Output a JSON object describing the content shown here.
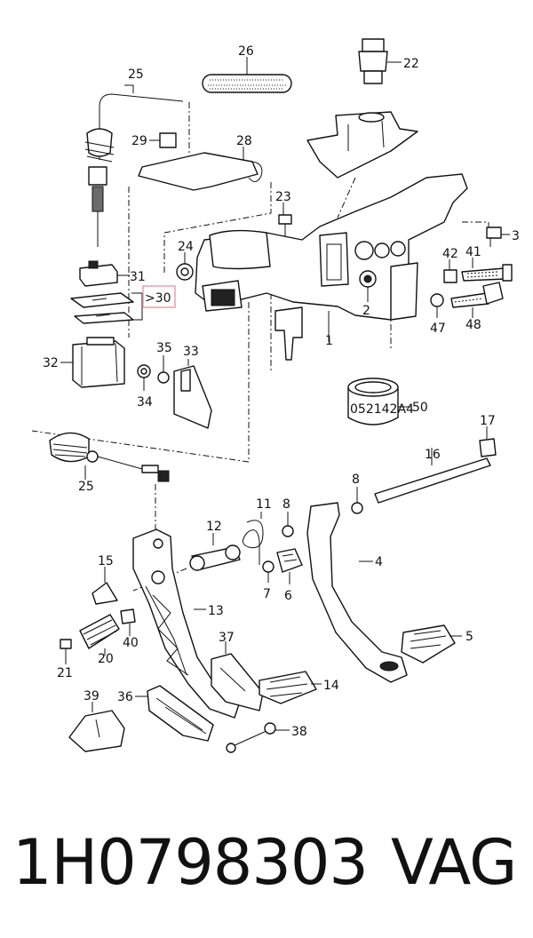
{
  "diagram": {
    "callouts": [
      {
        "id": "c1",
        "text": "1"
      },
      {
        "id": "c2",
        "text": "2"
      },
      {
        "id": "c3",
        "text": "3"
      },
      {
        "id": "c4",
        "text": "4"
      },
      {
        "id": "c5",
        "text": "5"
      },
      {
        "id": "c6",
        "text": "6"
      },
      {
        "id": "c7",
        "text": "7"
      },
      {
        "id": "c8a",
        "text": "8"
      },
      {
        "id": "c8b",
        "text": "8"
      },
      {
        "id": "c11",
        "text": "11"
      },
      {
        "id": "c12",
        "text": "12"
      },
      {
        "id": "c13",
        "text": "13"
      },
      {
        "id": "c14",
        "text": "14"
      },
      {
        "id": "c15",
        "text": "15"
      },
      {
        "id": "c16",
        "text": "16"
      },
      {
        "id": "c17",
        "text": "17"
      },
      {
        "id": "c20",
        "text": "20"
      },
      {
        "id": "c21",
        "text": "21"
      },
      {
        "id": "c22",
        "text": "22"
      },
      {
        "id": "c23",
        "text": "23"
      },
      {
        "id": "c24",
        "text": "24"
      },
      {
        "id": "c25a",
        "text": "25"
      },
      {
        "id": "c25b",
        "text": "25"
      },
      {
        "id": "c26",
        "text": "26"
      },
      {
        "id": "c28",
        "text": "28"
      },
      {
        "id": "c29",
        "text": "29"
      },
      {
        "id": "c30",
        "text": ">30"
      },
      {
        "id": "c31",
        "text": "31"
      },
      {
        "id": "c32",
        "text": "32"
      },
      {
        "id": "c33",
        "text": "33"
      },
      {
        "id": "c34",
        "text": "34"
      },
      {
        "id": "c35",
        "text": "35"
      },
      {
        "id": "c36",
        "text": "36"
      },
      {
        "id": "c37",
        "text": "37"
      },
      {
        "id": "c38",
        "text": "38"
      },
      {
        "id": "c39",
        "text": "39"
      },
      {
        "id": "c40",
        "text": "40"
      },
      {
        "id": "c41",
        "text": "41"
      },
      {
        "id": "c42",
        "text": "42"
      },
      {
        "id": "c47",
        "text": "47"
      },
      {
        "id": "c48",
        "text": "48"
      },
      {
        "id": "c50",
        "text": "50"
      }
    ],
    "bushing_marking": "052142A4",
    "highlight_color": "#e8a0a8"
  },
  "footer": {
    "part_number": "1H0798303",
    "brand": "VAG"
  }
}
